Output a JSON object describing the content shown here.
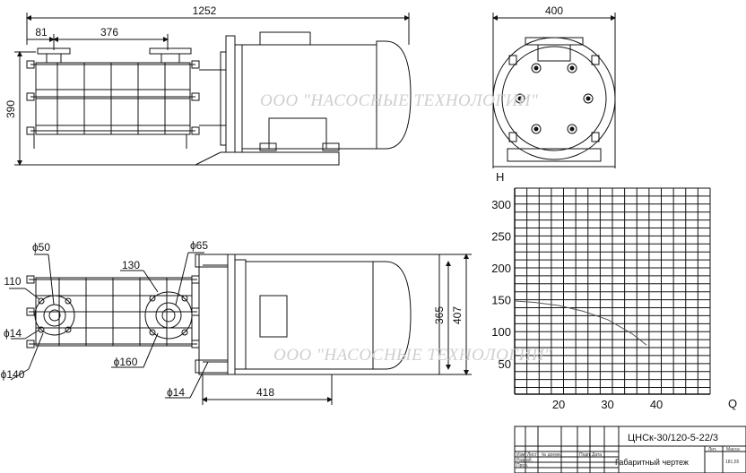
{
  "watermark": "ООО \"НАСОСНЫЕ ТЕХНОЛОГИИ\"",
  "dimensions": {
    "overall_length": "1252",
    "flange_offset": "81",
    "flange_spacing": "376",
    "height": "390",
    "width_front": "400",
    "dn_suction": "ϕ50",
    "dn_discharge": "ϕ65",
    "flange_inner": "110",
    "flange_other": "130",
    "hole_left": "ϕ14",
    "bolt_circle_left": "ϕ140",
    "bolt_circle_right": "ϕ160",
    "base_hole": "ϕ14",
    "base_length": "418",
    "base_width_inner": "365",
    "base_width_outer": "407"
  },
  "chart_data": {
    "type": "line",
    "xlabel": "Q",
    "ylabel": "H",
    "xticks": [
      20,
      30,
      40
    ],
    "yticks": [
      50,
      100,
      150,
      200,
      250,
      300
    ],
    "xlim": [
      11,
      51
    ],
    "ylim": [
      2,
      325
    ],
    "grid": true,
    "series": [
      {
        "x": [
          11,
          15,
          20,
          25,
          30,
          35,
          38
        ],
        "y": [
          148,
          146,
          141,
          132,
          119,
          97,
          79
        ]
      }
    ]
  },
  "title_block": {
    "designation": "ЦНСк-30/120-5-22/3",
    "doc_title": "Габаритный чертеж",
    "col_izm": "Изм.",
    "col_list": "Лист",
    "col_doc": "№ докум.",
    "col_sign": "Подп.",
    "col_date": "Дата",
    "row_razrab": "Разраб.",
    "row_prov": "Пров.",
    "lit": "Лит.",
    "massa": "Масса",
    "mass_value": "181,55"
  }
}
